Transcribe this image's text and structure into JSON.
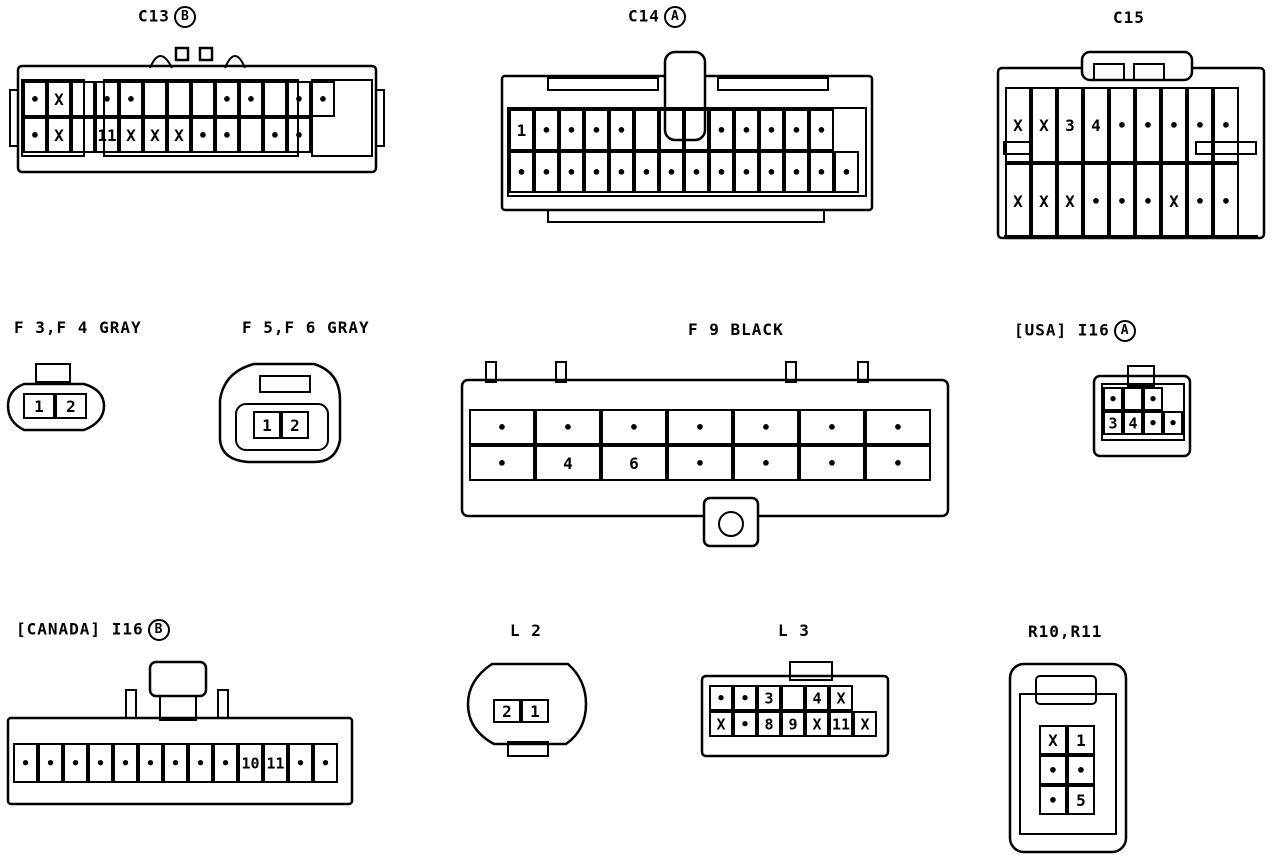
{
  "connectors": [
    {
      "key": "c13",
      "label": "C13",
      "badge": "B",
      "rows": [
        [
          "•",
          "X",
          "",
          "•",
          "•",
          "",
          "",
          "",
          "•",
          "•",
          "",
          "•",
          "•"
        ],
        [
          "•",
          "X",
          "",
          "11",
          "X",
          "X",
          "X",
          "•",
          "•",
          "",
          "•",
          "•"
        ]
      ]
    },
    {
      "key": "c14",
      "label": "C14",
      "badge": "A",
      "rows": [
        [
          "1",
          "•",
          "•",
          "•",
          "•",
          "",
          "",
          "",
          "•",
          "•",
          "•",
          "•",
          "•"
        ],
        [
          "•",
          "•",
          "•",
          "•",
          "•",
          "•",
          "•",
          "•",
          "•",
          "•",
          "•",
          "•",
          "•",
          "•"
        ]
      ]
    },
    {
      "key": "c15",
      "label": "C15",
      "badge": "",
      "rows": [
        [
          "X",
          "X",
          "3",
          "4",
          "•",
          "•",
          "•",
          "•",
          "•"
        ],
        [
          "X",
          "X",
          "X",
          "•",
          "•",
          "•",
          "X",
          "•",
          "•"
        ]
      ]
    },
    {
      "key": "f34",
      "label": "F 3,F 4 GRAY",
      "badge": "",
      "rows": [
        [
          "1",
          "2"
        ]
      ]
    },
    {
      "key": "f56",
      "label": "F 5,F 6 GRAY",
      "badge": "",
      "rows": [
        [
          "1",
          "2"
        ]
      ]
    },
    {
      "key": "f9",
      "label": "F 9 BLACK",
      "badge": "",
      "rows": [
        [
          "•",
          "•",
          "•",
          "•",
          "•",
          "•",
          "•"
        ],
        [
          "•",
          "4",
          "6",
          "•",
          "•",
          "•",
          "•"
        ]
      ]
    },
    {
      "key": "i16a",
      "label": "[USA] I16",
      "badge": "A",
      "rows": [
        [
          "•",
          "",
          "•"
        ],
        [
          "3",
          "4",
          "•",
          "•"
        ]
      ]
    },
    {
      "key": "i16b",
      "label": "[CANADA] I16",
      "badge": "B",
      "rows": [
        [
          "•",
          "•",
          "•",
          "•",
          "•",
          "•",
          "•",
          "•",
          "•",
          "10",
          "11",
          "•",
          "•"
        ]
      ]
    },
    {
      "key": "l2",
      "label": "L 2",
      "badge": "",
      "rows": [
        [
          "2",
          "1"
        ]
      ]
    },
    {
      "key": "l3",
      "label": "L 3",
      "badge": "",
      "rows": [
        [
          "•",
          "•",
          "3",
          "",
          "4",
          "X"
        ],
        [
          "X",
          "•",
          "8",
          "9",
          "X",
          "11",
          "X"
        ]
      ]
    },
    {
      "key": "r10",
      "label": "R10,R11",
      "badge": "",
      "rows": [
        [
          "X",
          "1"
        ],
        [
          "•",
          "•"
        ],
        [
          "•",
          "5"
        ]
      ]
    }
  ]
}
